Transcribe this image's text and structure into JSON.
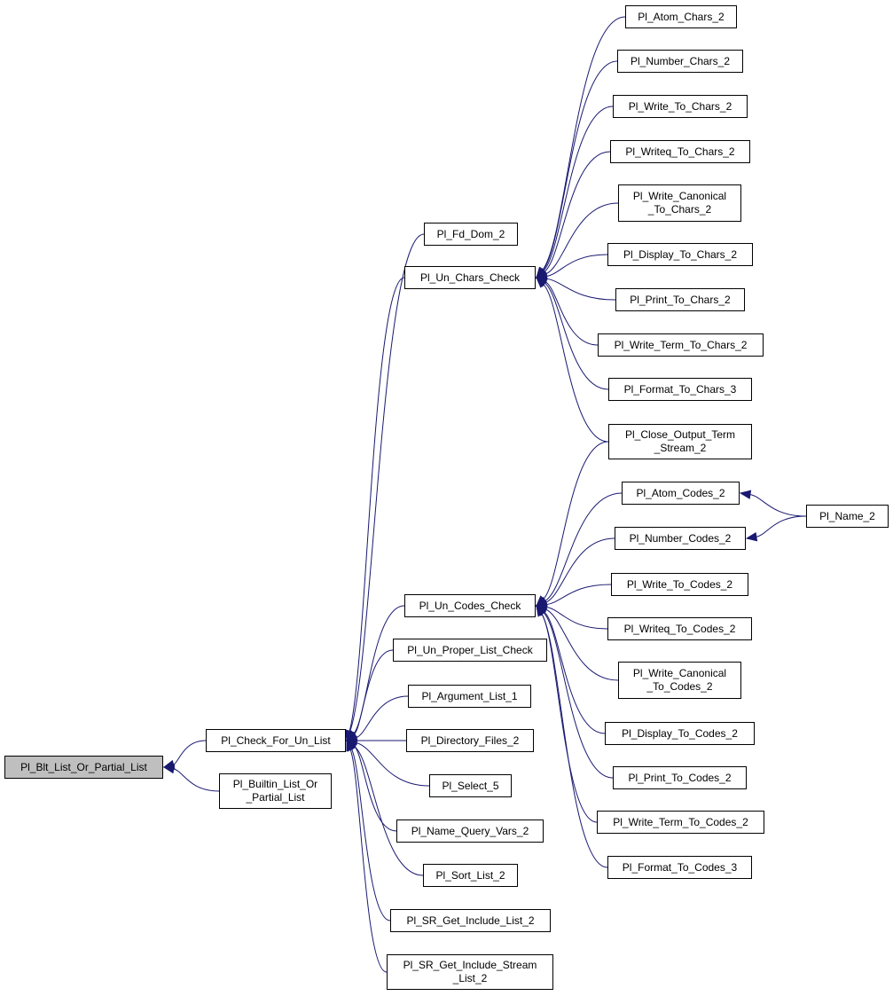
{
  "colors": {
    "edge": "#191970",
    "root_fill": "#bfbfbf",
    "node_fill": "#ffffff",
    "border": "#000000"
  },
  "nodes": {
    "n01": {
      "lines": [
        "Pl_Blt_List_Or_Partial_List"
      ]
    },
    "n02": {
      "lines": [
        "Pl_Check_For_Un_List"
      ]
    },
    "n03": {
      "lines": [
        "Pl_Builtin_List_Or",
        "_Partial_List"
      ]
    },
    "n04": {
      "lines": [
        "Pl_Fd_Dom_2"
      ]
    },
    "n05": {
      "lines": [
        "Pl_Un_Chars_Check"
      ]
    },
    "n06": {
      "lines": [
        "Pl_Un_Codes_Check"
      ]
    },
    "n07": {
      "lines": [
        "Pl_Un_Proper_List_Check"
      ]
    },
    "n08": {
      "lines": [
        "Pl_Argument_List_1"
      ]
    },
    "n09": {
      "lines": [
        "Pl_Directory_Files_2"
      ]
    },
    "n10": {
      "lines": [
        "Pl_Select_5"
      ]
    },
    "n11": {
      "lines": [
        "Pl_Name_Query_Vars_2"
      ]
    },
    "n12": {
      "lines": [
        "Pl_Sort_List_2"
      ]
    },
    "n13": {
      "lines": [
        "Pl_SR_Get_Include_List_2"
      ]
    },
    "n14": {
      "lines": [
        "Pl_SR_Get_Include_Stream",
        "_List_2"
      ]
    },
    "n15": {
      "lines": [
        "Pl_Atom_Chars_2"
      ]
    },
    "n16": {
      "lines": [
        "Pl_Number_Chars_2"
      ]
    },
    "n17": {
      "lines": [
        "Pl_Write_To_Chars_2"
      ]
    },
    "n18": {
      "lines": [
        "Pl_Writeq_To_Chars_2"
      ]
    },
    "n19": {
      "lines": [
        "Pl_Write_Canonical",
        "_To_Chars_2"
      ]
    },
    "n20": {
      "lines": [
        "Pl_Display_To_Chars_2"
      ]
    },
    "n21": {
      "lines": [
        "Pl_Print_To_Chars_2"
      ]
    },
    "n22": {
      "lines": [
        "Pl_Write_Term_To_Chars_2"
      ]
    },
    "n23": {
      "lines": [
        "Pl_Format_To_Chars_3"
      ]
    },
    "n24": {
      "lines": [
        "Pl_Close_Output_Term",
        "_Stream_2"
      ]
    },
    "n25": {
      "lines": [
        "Pl_Atom_Codes_2"
      ]
    },
    "n26": {
      "lines": [
        "Pl_Number_Codes_2"
      ]
    },
    "n27": {
      "lines": [
        "Pl_Write_To_Codes_2"
      ]
    },
    "n28": {
      "lines": [
        "Pl_Writeq_To_Codes_2"
      ]
    },
    "n29": {
      "lines": [
        "Pl_Write_Canonical",
        "_To_Codes_2"
      ]
    },
    "n30": {
      "lines": [
        "Pl_Display_To_Codes_2"
      ]
    },
    "n31": {
      "lines": [
        "Pl_Print_To_Codes_2"
      ]
    },
    "n32": {
      "lines": [
        "Pl_Write_Term_To_Codes_2"
      ]
    },
    "n33": {
      "lines": [
        "Pl_Format_To_Codes_3"
      ]
    },
    "n34": {
      "lines": [
        "Pl_Name_2"
      ]
    }
  },
  "edges": [
    [
      "n02",
      "n01"
    ],
    [
      "n03",
      "n01"
    ],
    [
      "n04",
      "n02"
    ],
    [
      "n05",
      "n02"
    ],
    [
      "n06",
      "n02"
    ],
    [
      "n07",
      "n02"
    ],
    [
      "n08",
      "n02"
    ],
    [
      "n09",
      "n02"
    ],
    [
      "n10",
      "n02"
    ],
    [
      "n11",
      "n02"
    ],
    [
      "n12",
      "n02"
    ],
    [
      "n13",
      "n02"
    ],
    [
      "n14",
      "n02"
    ],
    [
      "n15",
      "n05"
    ],
    [
      "n16",
      "n05"
    ],
    [
      "n17",
      "n05"
    ],
    [
      "n18",
      "n05"
    ],
    [
      "n19",
      "n05"
    ],
    [
      "n20",
      "n05"
    ],
    [
      "n21",
      "n05"
    ],
    [
      "n22",
      "n05"
    ],
    [
      "n23",
      "n05"
    ],
    [
      "n24",
      "n05"
    ],
    [
      "n24",
      "n06"
    ],
    [
      "n25",
      "n06"
    ],
    [
      "n26",
      "n06"
    ],
    [
      "n27",
      "n06"
    ],
    [
      "n28",
      "n06"
    ],
    [
      "n29",
      "n06"
    ],
    [
      "n30",
      "n06"
    ],
    [
      "n31",
      "n06"
    ],
    [
      "n32",
      "n06"
    ],
    [
      "n33",
      "n06"
    ],
    [
      "n34",
      "n25"
    ],
    [
      "n34",
      "n26"
    ]
  ]
}
